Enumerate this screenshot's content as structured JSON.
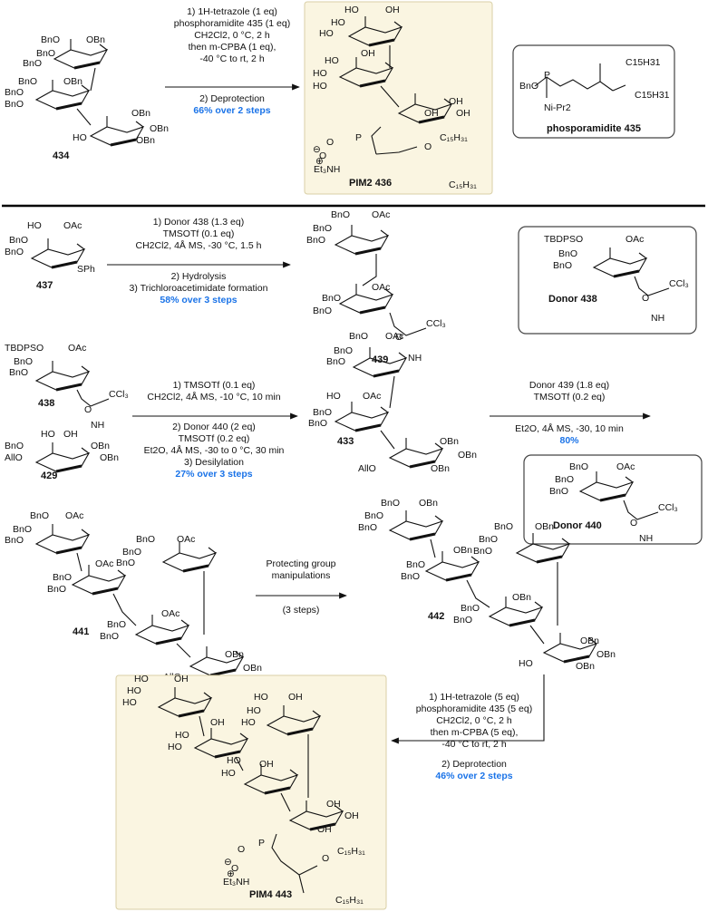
{
  "colors": {
    "yield": "#1a73e8",
    "product_highlight": "#faf5e1",
    "divider": "#000000"
  },
  "scheme1": {
    "conditions": [
      "1) 1H-tetrazole (1 eq)",
      "phosphoramidite 435 (1 eq)",
      "CH2Cl2, 0 °C, 2 h",
      "then m-CPBA (1 eq),",
      "-40 °C to rt, 2 h",
      "2) Deprotection"
    ],
    "yield": "66% over 2 steps",
    "sm_label": "434",
    "product_label": "PIM2 436",
    "reagent_label": "phosporamidite 435",
    "reagent_groups": [
      "BnO",
      "P",
      "Ni-Pr2",
      "C15H31",
      "C15H31"
    ]
  },
  "scheme2": {
    "conditions": [
      "1) Donor 438 (1.3 eq)",
      "TMSOTf (0.1 eq)",
      "CH2Cl2, 4Å MS, -30 °C, 1.5 h",
      "2) Hydrolysis",
      "3) Trichloroacetimidate formation"
    ],
    "yield": "58% over 3 steps",
    "sm_label": "437",
    "product_label": "439",
    "donor_label": "Donor 438"
  },
  "scheme3": {
    "conditions": [
      "1) TMSOTf (0.1 eq)",
      "CH2Cl2, 4Å MS, -10 °C, 10 min",
      "2) Donor 440 (2 eq)",
      "TMSOTf (0.2 eq)",
      "Et2O, 4Å MS, -30 to 0 °C, 30 min",
      "3) Desilylation"
    ],
    "yield": "27% over 3 steps",
    "sm_labels": [
      "438",
      "429"
    ],
    "product_label": "433",
    "conditions_b": [
      "Donor 439 (1.8 eq)",
      "TMSOTf (0.2 eq)",
      "Et2O, 4Å MS, -30, 10 min"
    ],
    "yield_b": "80%",
    "donor_label": "Donor 440"
  },
  "scheme4": {
    "conditions": [
      "Protecting group",
      "manipulations",
      "(3 steps)"
    ],
    "sm_label": "441",
    "product_label": "442"
  },
  "scheme5": {
    "conditions": [
      "1) 1H-tetrazole (5 eq)",
      "phosphoramidite 435 (5 eq)",
      "CH2Cl2, 0 °C, 2 h",
      "then m-CPBA (5 eq),",
      "-40 °C to rt, 2 h",
      "2) Deprotection"
    ],
    "yield": "46% over 2 steps",
    "product_label": "PIM4 443"
  }
}
